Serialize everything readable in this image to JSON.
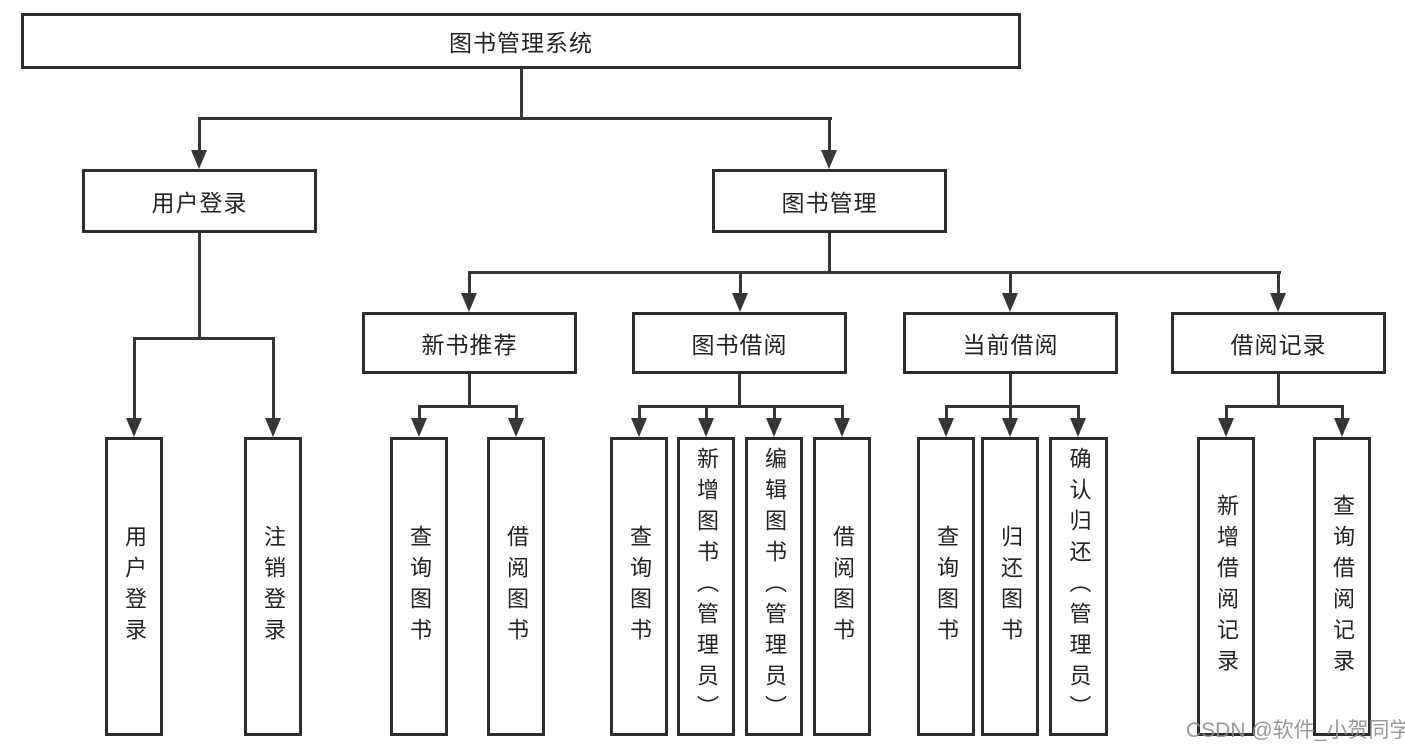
{
  "watermark": "CSDN @软件_小贺同学",
  "colors": {
    "line": "#363636",
    "box_border": "#2d2d2d",
    "text": "#222222",
    "background": "#ffffff",
    "watermark": "#8f8f8f"
  },
  "tree": {
    "label": "图书管理系统",
    "children": [
      {
        "label": "用户登录",
        "children": [
          {
            "label": "用户登录"
          },
          {
            "label": "注销登录"
          }
        ]
      },
      {
        "label": "图书管理",
        "children": [
          {
            "label": "新书推荐",
            "children": [
              {
                "label": "查询图书"
              },
              {
                "label": "借阅图书"
              }
            ]
          },
          {
            "label": "图书借阅",
            "children": [
              {
                "label": "查询图书"
              },
              {
                "label": "新增图书（管理员）"
              },
              {
                "label": "编辑图书（管理员）"
              },
              {
                "label": "借阅图书"
              }
            ]
          },
          {
            "label": "当前借阅",
            "children": [
              {
                "label": "查询图书"
              },
              {
                "label": "归还图书"
              },
              {
                "label": "确认归还（管理员）"
              }
            ]
          },
          {
            "label": "借阅记录",
            "children": [
              {
                "label": "新增借阅记录"
              },
              {
                "label": "查询借阅记录"
              }
            ]
          }
        ]
      }
    ]
  }
}
